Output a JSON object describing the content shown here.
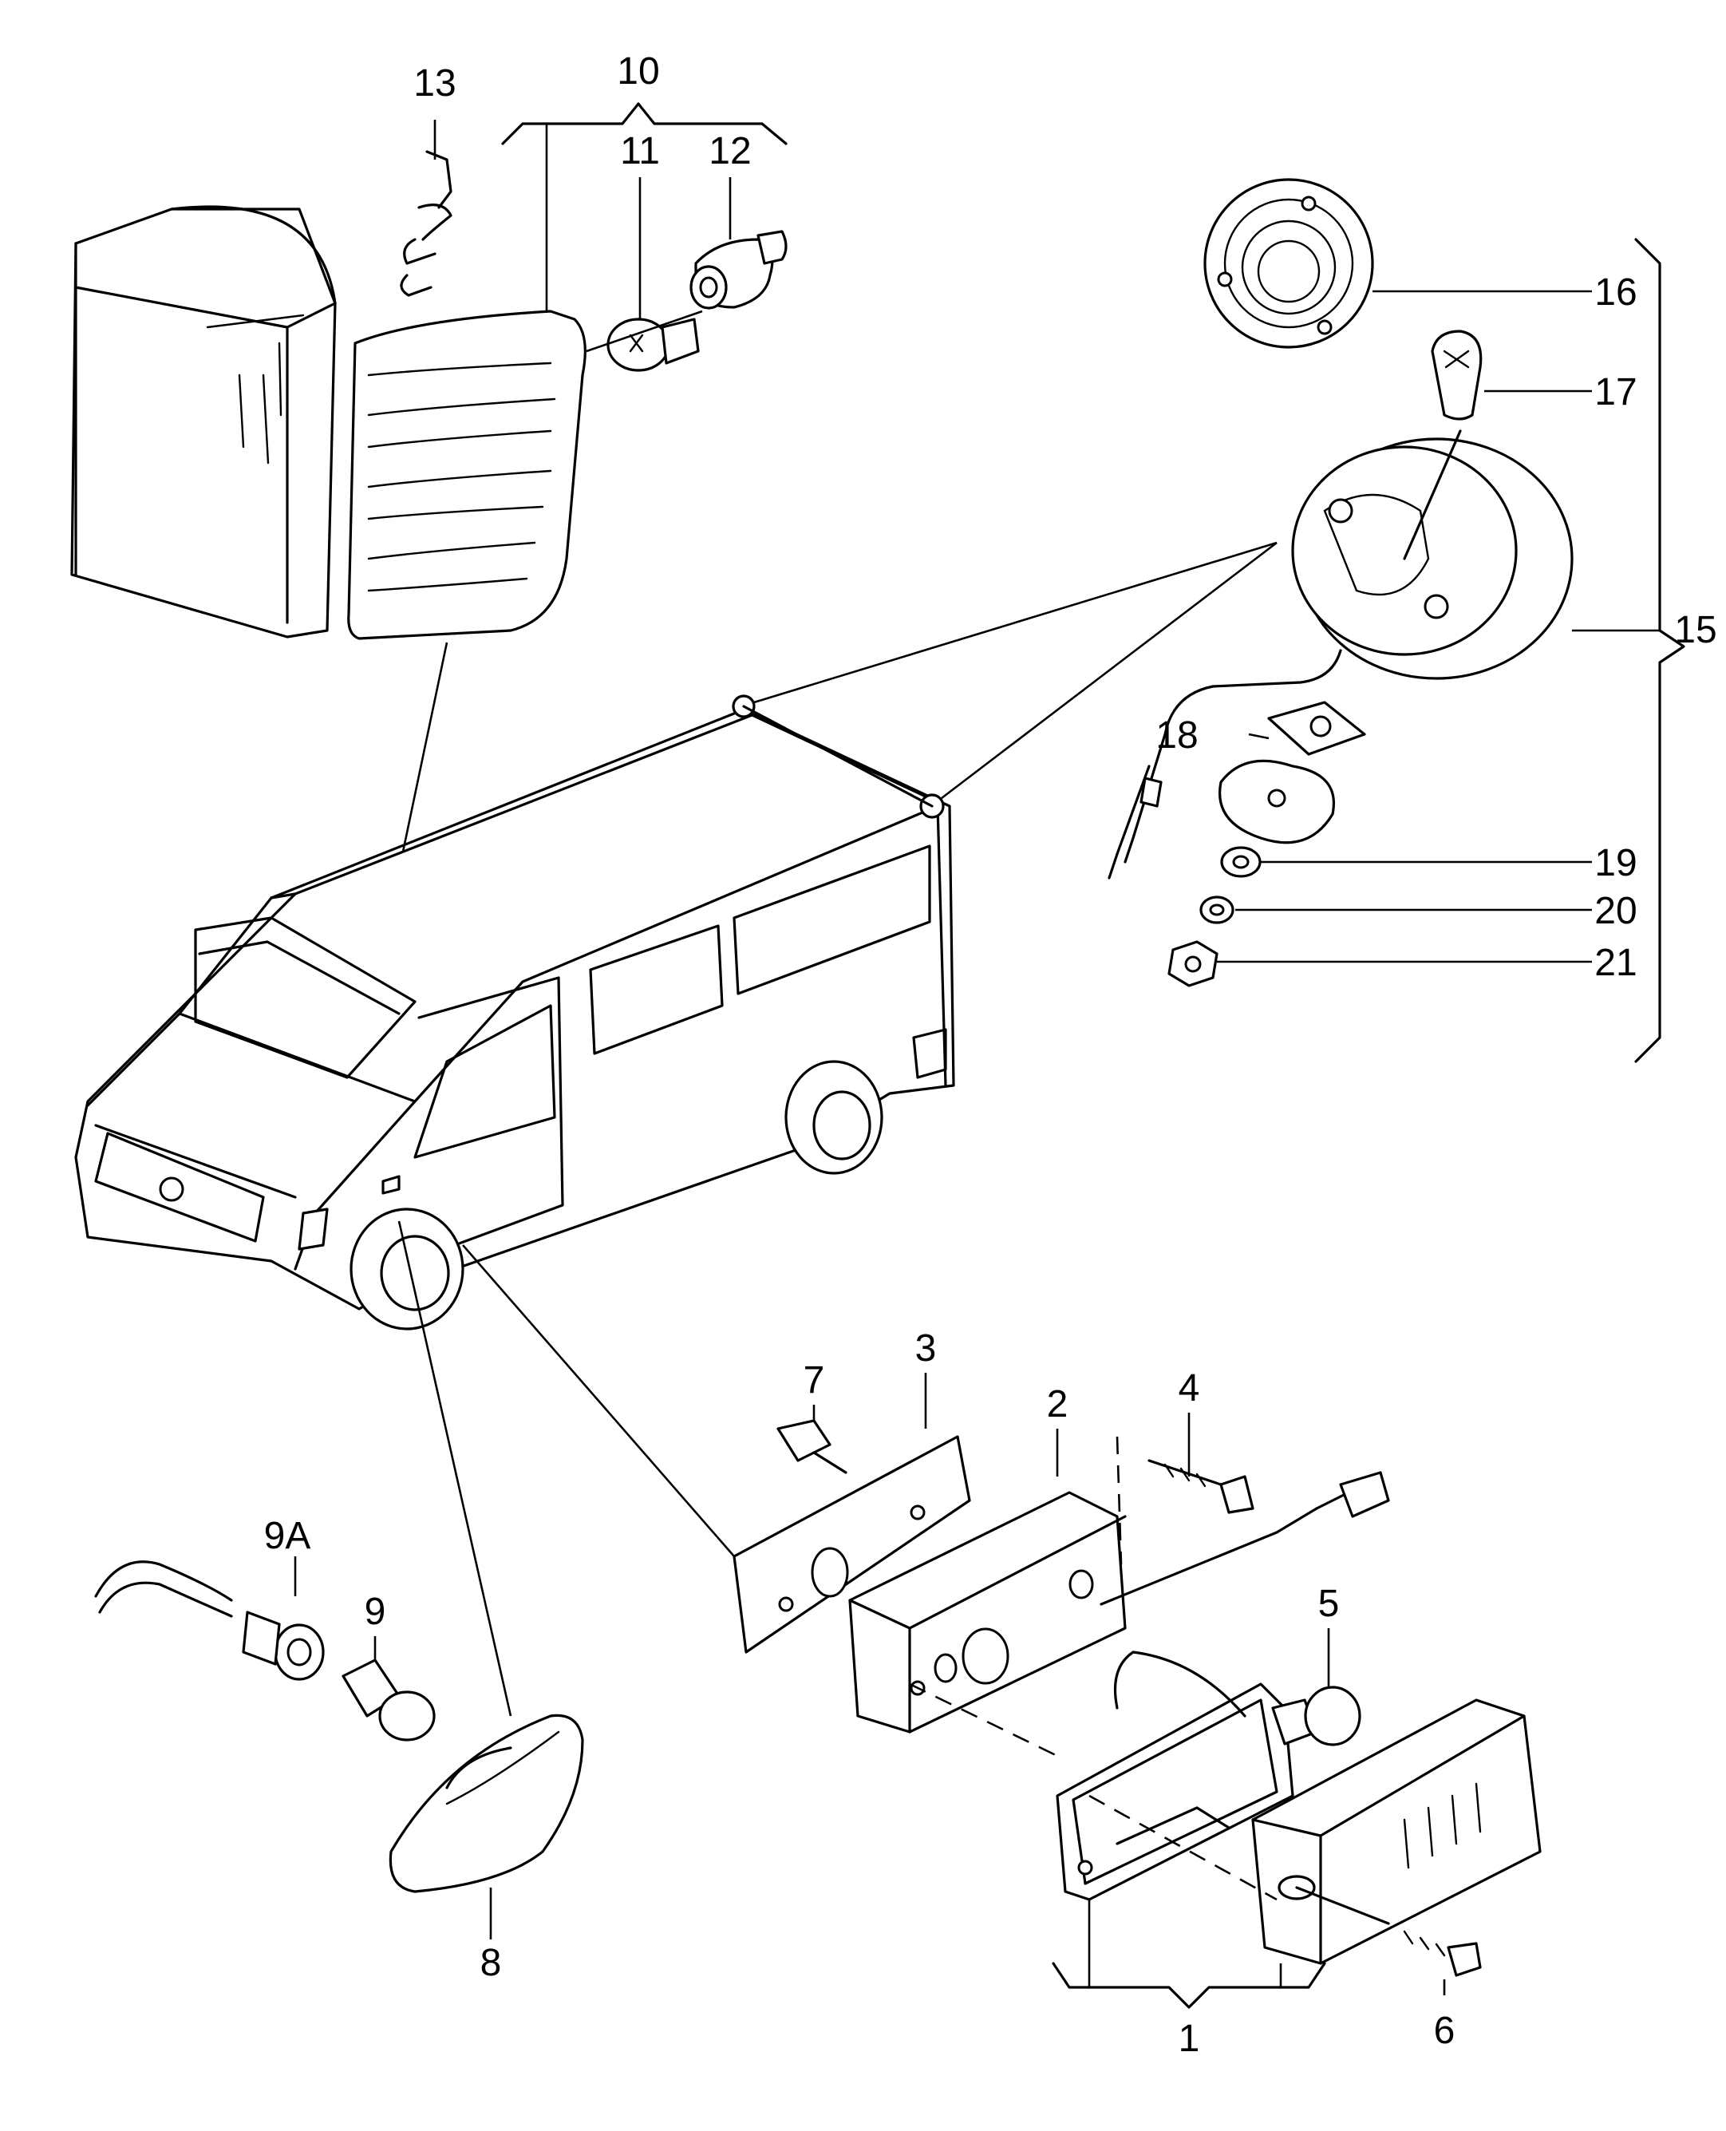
{
  "callouts": [
    {
      "id": "c1",
      "text": "1"
    },
    {
      "id": "c2",
      "text": "2"
    },
    {
      "id": "c3",
      "text": "3"
    },
    {
      "id": "c4",
      "text": "4"
    },
    {
      "id": "c5",
      "text": "5"
    },
    {
      "id": "c6",
      "text": "6"
    },
    {
      "id": "c7",
      "text": "7"
    },
    {
      "id": "c8",
      "text": "8"
    },
    {
      "id": "c9",
      "text": "9"
    },
    {
      "id": "c9a",
      "text": "9A"
    },
    {
      "id": "c10",
      "text": "10"
    },
    {
      "id": "c11",
      "text": "11"
    },
    {
      "id": "c12",
      "text": "12"
    },
    {
      "id": "c13",
      "text": "13"
    },
    {
      "id": "c15",
      "text": "15"
    },
    {
      "id": "c16",
      "text": "16"
    },
    {
      "id": "c17",
      "text": "17"
    },
    {
      "id": "c18",
      "text": "18"
    },
    {
      "id": "c19",
      "text": "19"
    },
    {
      "id": "c20",
      "text": "20"
    },
    {
      "id": "c21",
      "text": "21"
    }
  ]
}
